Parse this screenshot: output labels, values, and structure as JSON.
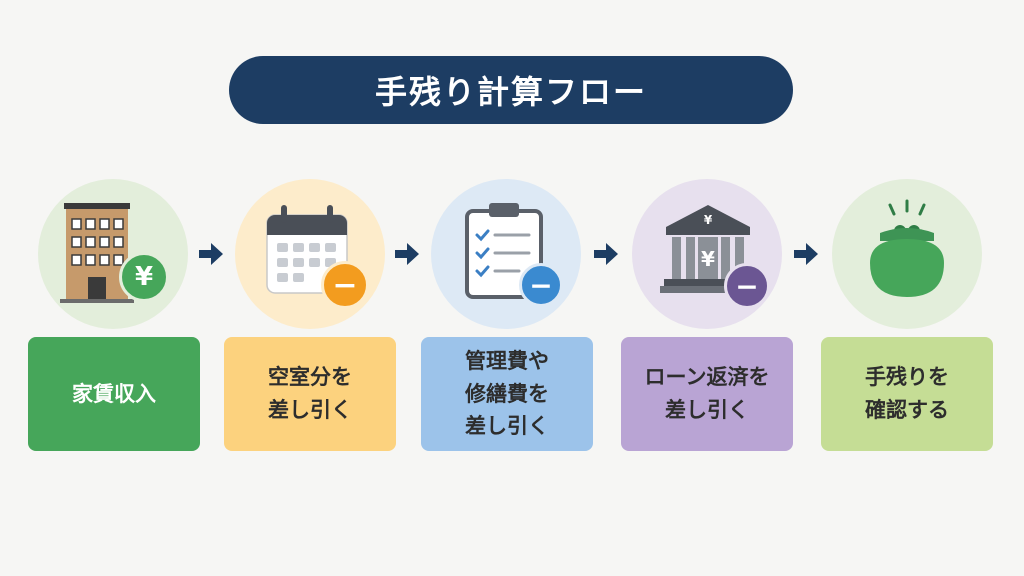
{
  "title": "手残り計算フロー",
  "colors": {
    "title_bg": "#1d3d63",
    "arrow": "#1d3d63",
    "step1": "#46a65a",
    "step2": "#fcd27e",
    "step3": "#9cc3ea",
    "step4": "#b9a4d4",
    "step5": "#c5dd95"
  },
  "steps": [
    {
      "lines": [
        "家賃収入"
      ],
      "badge": "¥",
      "icon": "building-icon"
    },
    {
      "lines": [
        "空室分を",
        "差し引く"
      ],
      "badge": "−",
      "icon": "calendar-icon"
    },
    {
      "lines": [
        "管理費や",
        "修繕費を",
        "差し引く"
      ],
      "badge": "−",
      "icon": "clipboard-icon"
    },
    {
      "lines": [
        "ローン返済を",
        "差し引く"
      ],
      "badge": "−",
      "icon": "bank-icon",
      "icon_text": "¥"
    },
    {
      "lines": [
        "手残りを",
        "確認する"
      ],
      "icon": "coin-purse-icon"
    }
  ]
}
